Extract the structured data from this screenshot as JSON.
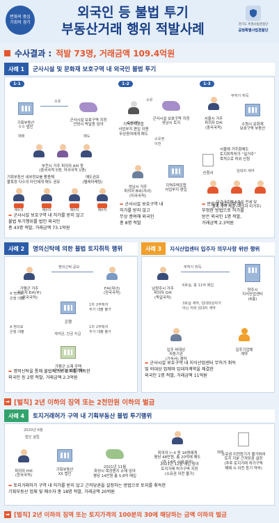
{
  "header": {
    "badge": "변화의 중심\n기회의 경기",
    "title_line1": "외국인 등 불법 투기",
    "title_line2": "부동산거래 행위 적발사례",
    "org": "공정특별사법경찰단",
    "org_badge": "경기도 특별사법경찰단"
  },
  "result": {
    "label": "수사결과 :",
    "text": "적발 73명, 거래금액 109.4억원"
  },
  "case1": {
    "tag": "사례 1",
    "title": "군사시설 및 문화재 보호구역 내 외국인 불법 투기",
    "steps": [
      "1-1",
      "1-2",
      "1-3"
    ],
    "c11": {
      "corp": "기획부동산\nㅇㅇ 법인",
      "owner_label": "소유",
      "land": "군사시설 보호구역 지정\n안양시 박달동 임야",
      "sell": "매매",
      "sell2": "매도",
      "buyers": "부천시 거주 피의자 A씨 등\n(중국국적 5명, 미국국적 1명)",
      "left_note": "기획부동산 내부정보를 활용해\n불특정 다수의 타인에게 매도 권유",
      "right_note": "매도권유\n(텔레마케팅)",
      "buyer_tags": [
        "매수자",
        "매수자",
        "매수자",
        "매수자"
      ]
    },
    "c12": {
      "seller": "C씨(부)",
      "land": "군사시설 보호구역 지정\n성남시 토지",
      "owner_label": "소유",
      "note1": "지역주택조합\n사업부지 편입 이용\n무상증여에게 매도",
      "note2": "소유권\n이전",
      "buyer": "성남시 거주\n피의자 B씨(자녀)\n(미국국적)",
      "coop": "지역주택조합\n사업부지 편입"
    },
    "c13": {
      "resident": "서울시 거주\n피의자 D씨\n(중국국적)",
      "buy_label": "무허가 취득",
      "land": "수원시 문화재\n보호구역 부동산",
      "apply": "신청서",
      "apply_note": "서울에 거주함에도\n토지취득허가 “실거주”\n목적으로 허위 신청",
      "rent_label": "임대차 계약",
      "tenants": "다가구주택 5호실 전세 및\n월세 계약 체결 (피의자 미거주)"
    },
    "notes": {
      "n1": "군사시설 보호구역 내 허가를 받지 않고\n불법 투기행위를 법인 외국인\n총 43명 적발, 거래금액 73.1억원",
      "n2": "군사시설 보호구역 내\n허가를 받지 않고\n무상 증여해 외국인\n총 8명 적발",
      "n3": "문화재 보호구역 내\n부정한 방법으로 허가를\n받은 외국인 1명 적발,\n거래금액 2.3억원"
    }
  },
  "case2": {
    "tag": "사례 2",
    "title": "명의신탁에 의한 불법 토지취득 행위",
    "father": "가평군 거주\n피의자 E씨(부)\n(중국국적)",
    "trust": "명의신탁 공모",
    "child": "F씨(자녀)\n(한국국적)",
    "bank": "은행",
    "mortgage_a": "A 명의로\n은행 대출",
    "mortgage_b": "A 명의로\n은행 대출",
    "loan": "1차 2주택자\n추가 대출 불가",
    "loan2": "1차 2주택자\n추가 대출 불가",
    "contract": "계약금, 잔금 지급",
    "land": "가평군 소재 주택\n(군사시설 보호구역)",
    "note": "명의신탁을 통해 불법적으로 토지를 취득한\n외국인 등 2명 적발, 거래금액 2.3억원"
  },
  "case3": {
    "tag": "사례 3",
    "title": "지식산업센터 입주자 의무사항 위반 행위",
    "suspect": "남양주시 거주\n피의자 G씨\n(독일국적)",
    "buy": "무허가 취득",
    "center": "양주시\n지식산업센터\n(6층)",
    "rent": "6호실, 총 11억 매입",
    "rent2": "3호실 계약, 임대대상자가\n아닌 자와 임대차 계약",
    "tenant1": "입주 비대상\n자동기관\n(기숙사) 계약",
    "tenant2": "입주기업체\n계약",
    "note": "군사시설 보호구역 내 지식산업센터 무허가 취득\n및 비대상 업체와 임대차계약을 체결한\n외국인 1명 적발, 거래금액 11억원"
  },
  "penalty1": "[벌칙] 2년 이하의 징역 또는 2천만원 이하의 벌금",
  "case4": {
    "tag": "사례 4",
    "title": "토지거래허가 구역 내 기획부동산 불법 투기행위",
    "year": "2020년 6월",
    "year_label": "법인 설립",
    "suspect": "피의자 H씨\n(한국국적)",
    "corp": "기획부동산\nXX 법인",
    "buy": "2021년 11월\n화성시 목장용지 소재 임야\n평당 14만원 총 5,8억 매입",
    "sold": "2021년 12월 매입 임야\n토지거래 허가구역 지정\n(소유권 이전 불가)",
    "split": "피의자 I~X 등 16명에게\n평당 48만원, 총 20억에 매도\n(약 14억 시세 차익)",
    "victims": "소유권 이전등기가 불가하여\n토지 지분 근저당권 설정\n(추후 토지거래 허가구역\n해제 시 이전 등기 약속)",
    "pay": "매매",
    "note": "토지거래허가 구역 내 허가를 받지 않고 근저당권을 설정하는 방법으로 토지를 취득한\n기획부동산 업체 및 매수자 총 18명 적발, 거래금액 20억원"
  },
  "penalty2": "[벌칙] 2년 이하의 징역 또는 토지가격의 100분의 30에 해당하는 금액 이하의 벌금",
  "icons": {
    "result": "square-bullet-icon",
    "note_arrow": "arrow-right-icon"
  },
  "colors": {
    "navy": "#1a3f86",
    "blue": "#2b5ca8",
    "orange": "#e4572e",
    "green": "#33a36d",
    "yellow": "#f1a02b"
  }
}
